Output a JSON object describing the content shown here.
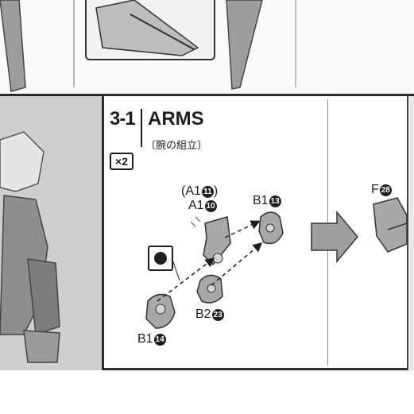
{
  "step": {
    "number": "3-1",
    "title": "ARMS",
    "subtitle": "〔腕の組立〕",
    "quantity": "×2"
  },
  "parts": {
    "a1_11_open": "(A1",
    "a1_11_num": "11",
    "a1_11_close": ")",
    "a1_10_code": "A1",
    "a1_10_num": "10",
    "b1_13_code": "B1",
    "b1_13_num": "13",
    "b1_14_code": "B1",
    "b1_14_num": "14",
    "b2_23_code": "B2",
    "b2_23_num": "23",
    "f_28_code": "F",
    "f_28_num": "28"
  },
  "icons": {
    "marking_icon": "dot-in-square-icon",
    "arrow": "next-step-arrow-icon"
  }
}
